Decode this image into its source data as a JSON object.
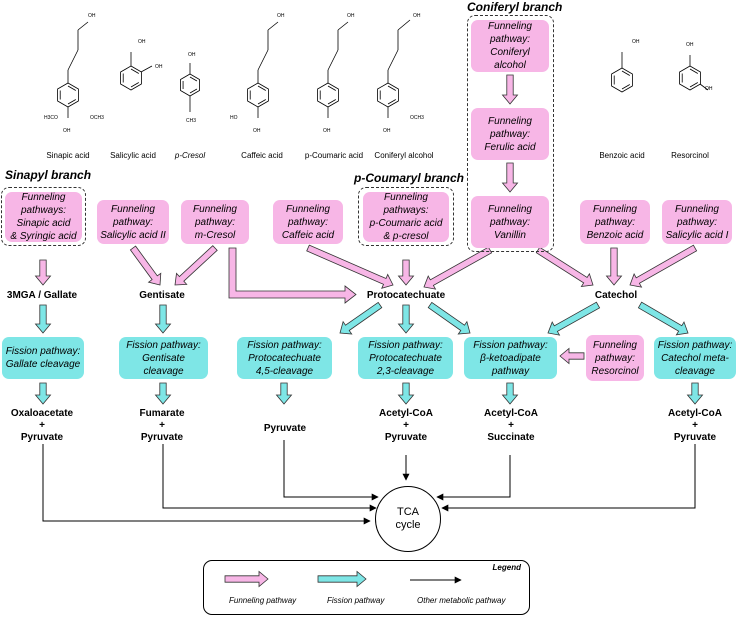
{
  "chemicals": [
    "Sinapic acid",
    "Salicylic acid",
    "p-Cresol",
    "Caffeic acid",
    "p-Coumaric acid",
    "Coniferyl alcohol",
    "Benzoic acid",
    "Resorcinol"
  ],
  "structure_text": {
    "oh": "OH",
    "och3": "OCH3",
    "h3co": "H3CO",
    "ho": "HO",
    "ch3": "CH3"
  },
  "branches": {
    "coniferyl": "Coniferyl branch",
    "sinapyl": "Sinapyl branch",
    "p_coumaryl": "p-Coumaryl branch"
  },
  "funneling": {
    "coniferyl_alcohol": "Funneling\npathway:\nConiferyl alcohol",
    "ferulic_acid": "Funneling\npathway:\nFerulic acid",
    "vanillin": "Funneling\npathway:\nVanillin",
    "sinapic_syringic": "Funneling\npathways:\nSinapic acid\n& Syringic acid",
    "salicylic_ii": "Funneling\npathway:\nSalicylic acid II",
    "m_cresol": "Funneling\npathway:\nm-Cresol",
    "caffeic_acid": "Funneling\npathway:\nCaffeic acid",
    "coumaric_cresol": "Funneling\npathways:\np-Coumaric acid\n& p-cresol",
    "benzoic_acid": "Funneling\npathway:\nBenzoic acid",
    "salicylic_i": "Funneling\npathway:\nSalicylic acid I",
    "resorcinol": "Funneling\npathway:\nResorcinol"
  },
  "intermediates": {
    "mga_gallate": "3MGA / Gallate",
    "gentisate": "Gentisate",
    "protocatechuate": "Protocatechuate",
    "catechol": "Catechol"
  },
  "fission": {
    "gallate": "Fission pathway:\nGallate cleavage",
    "gentisate": "Fission pathway:\nGentisate cleavage",
    "pca45": "Fission pathway:\nProtocatechuate\n4,5-cleavage",
    "pca23": "Fission pathway:\nProtocatechuate\n2,3-cleavage",
    "ketoadipate": "Fission pathway:\nβ-ketoadipate\npathway",
    "catechol_meta": "Fission pathway:\nCatechol meta-\ncleavage"
  },
  "products": {
    "oxaloacetate": "Oxaloacetate\n+\nPyruvate",
    "fumarate": "Fumarate\n+\nPyruvate",
    "pyruvate": "Pyruvate",
    "acetyl_pyruvate": "Acetyl-CoA\n+\nPyruvate",
    "acetyl_succinate": "Acetyl-CoA\n+\nSuccinate",
    "acetyl_pyruvate_2": "Acetyl-CoA\n+\nPyruvate"
  },
  "tca": "TCA\ncycle",
  "legend": {
    "title": "Legend",
    "funneling": "Funneling pathway",
    "fission": "Fission pathway",
    "other": "Other metabolic pathway"
  },
  "colors": {
    "funneling": "#f7b6e6",
    "fission": "#7ee6e6",
    "line": "#000000"
  }
}
